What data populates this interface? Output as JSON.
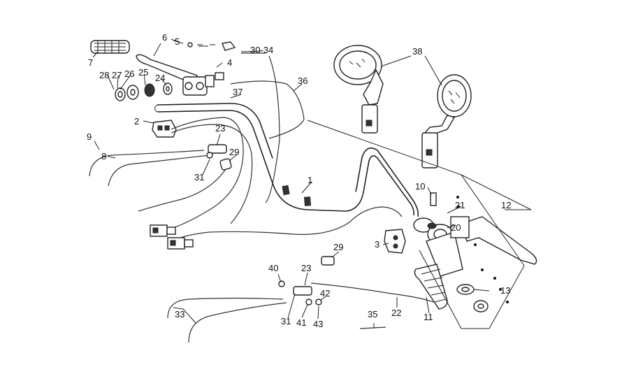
{
  "part_labels": {
    "p1": "1",
    "p2": "2",
    "p3": "3",
    "p4": "4",
    "p5": "5",
    "p6": "6",
    "p7": "7",
    "p8": "8",
    "p9": "9",
    "p10": "10",
    "p11": "11",
    "p12": "12",
    "p13": "13",
    "p20": "20",
    "p21": "21",
    "p22": "22",
    "p23a": "23",
    "p23b": "23",
    "p24": "24",
    "p25": "25",
    "p26": "26",
    "p27": "27",
    "p28": "28",
    "p29a": "29",
    "p29b": "29",
    "p30_34": "30-34",
    "p31a": "31",
    "p31b": "31",
    "p33": "33",
    "p35": "35",
    "p36": "36",
    "p37": "37",
    "p38": "38",
    "p40": "40",
    "p41": "41",
    "p42": "42",
    "p43": "43"
  }
}
